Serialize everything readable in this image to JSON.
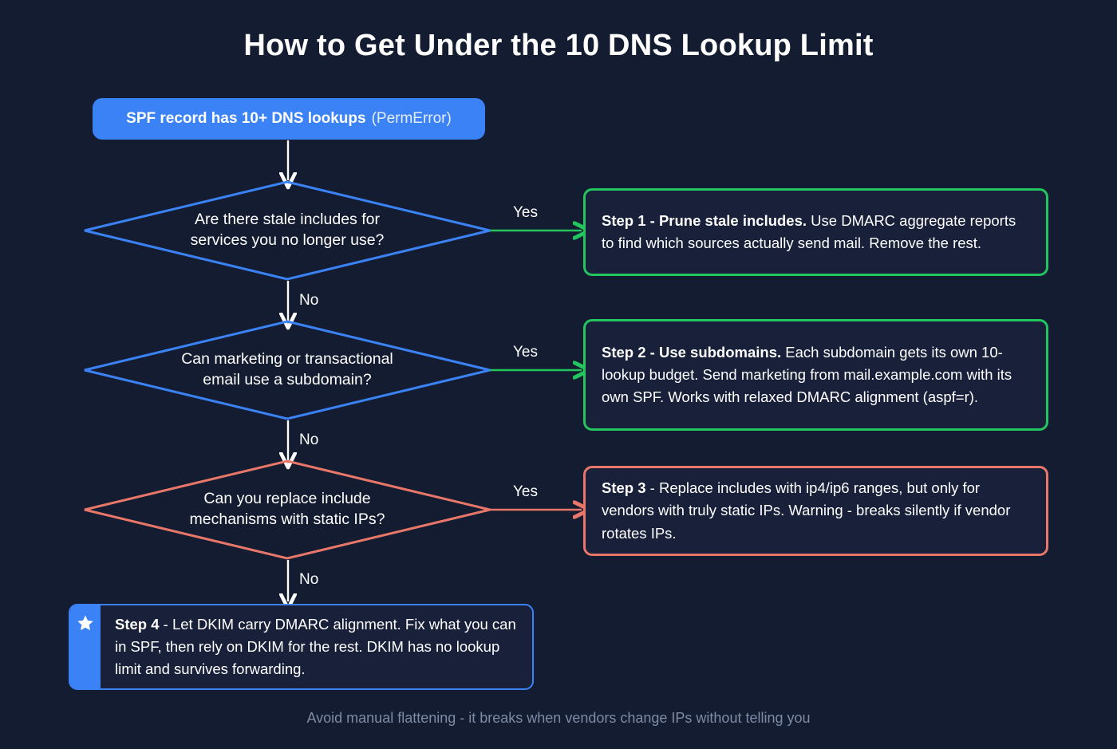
{
  "page": {
    "title": "How to Get Under the 10 DNS Lookup Limit",
    "footer": "Avoid manual flattening - it breaks when vendors change IPs without telling you",
    "background_color": "#131c30"
  },
  "colors": {
    "accent_blue": "#3b82f6",
    "decision_blue": "#3b82f6",
    "success_green": "#22c55e",
    "warning_salmon": "#e8776a",
    "box_fill": "#18203a",
    "text_white": "#ffffff",
    "footer_gray": "#7e8ba6"
  },
  "start": {
    "bold_text": "SPF record has 10+ DNS lookups",
    "normal_text": "(PermError)"
  },
  "decisions": [
    {
      "id": "stale-includes",
      "line1": "Are there stale includes for",
      "line2": "services you no longer use?",
      "color": "#3b82f6",
      "yes_label": "Yes",
      "no_label": "No"
    },
    {
      "id": "subdomain",
      "line1": "Can marketing or transactional",
      "line2": "email use a subdomain?",
      "color": "#3b82f6",
      "yes_label": "Yes",
      "no_label": "No"
    },
    {
      "id": "static-ips",
      "line1": "Can you replace include",
      "line2": "mechanisms with static IPs?",
      "color": "#e8776a",
      "yes_label": "Yes",
      "no_label": "No"
    }
  ],
  "outcomes": [
    {
      "id": "step-1",
      "bold_text": "Step 1 - Prune stale includes.",
      "body_text": " Use DMARC aggregate reports to find which sources actually send mail. Remove the rest.",
      "border_color": "#22c55e"
    },
    {
      "id": "step-2",
      "bold_text": "Step 2 - Use subdomains.",
      "body_text": " Each subdomain gets its own 10-lookup budget. Send marketing from mail.example.com with its own SPF. Works with relaxed DMARC alignment (aspf=r).",
      "border_color": "#22c55e"
    },
    {
      "id": "step-3",
      "bold_text": "Step 3",
      "body_text": " - Replace includes with ip4/ip6 ranges, but only for vendors with truly static IPs. Warning - breaks silently if vendor rotates IPs.",
      "border_color": "#e8776a"
    }
  ],
  "final": {
    "id": "step-4",
    "icon": "star-icon",
    "bold_text": "Step 4",
    "body_text": " - Let DKIM carry DMARC alignment. Fix what you can in SPF, then rely on DKIM for the rest. DKIM has no lookup limit and survives forwarding.",
    "border_color": "#3b82f6"
  }
}
